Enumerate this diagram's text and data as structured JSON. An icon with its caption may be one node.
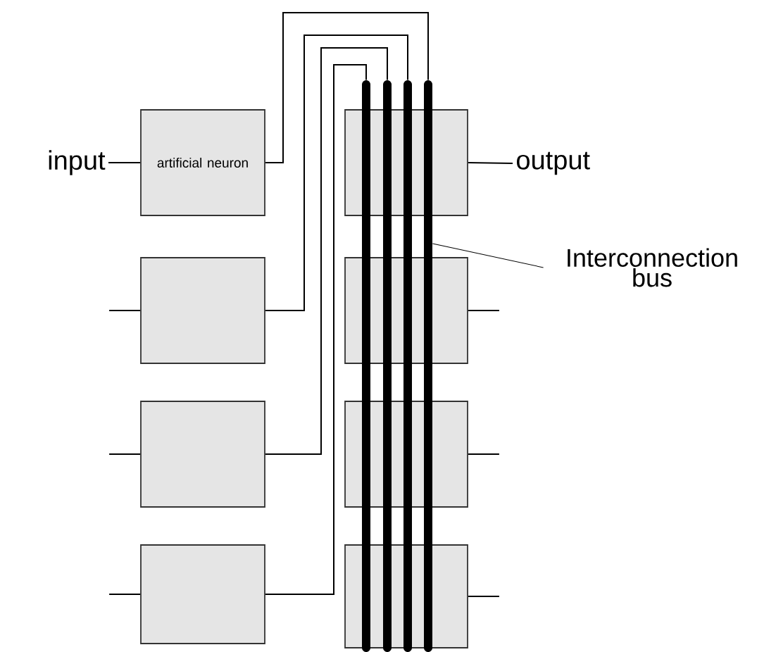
{
  "diagram": {
    "nodes": [
      {
        "text": [
          "artificial neuron"
        ]
      },
      {
        "text": [],
        "shape": "box"
      },
      {
        "text": [],
        "shape": "box"
      },
      {
        "text": [],
        "shape": "box"
      },
      {
        "text": [],
        "shape": "box"
      },
      {
        "text": [],
        "shape": "box"
      },
      {
        "text": [],
        "shape": "box"
      },
      {
        "text": [],
        "shape": "box"
      },
      {
        "text": [],
        "shape": "bar"
      },
      {
        "text": [],
        "shape": "bar"
      },
      {
        "text": [],
        "shape": "bar"
      },
      {
        "text": [],
        "shape": "bar"
      },
      {
        "text": [
          "input"
        ]
      },
      {
        "text": [
          "output"
        ]
      },
      {
        "text": [
          "Interconnection bus"
        ]
      }
    ],
    "edges": [
      {
        "from": 12,
        "to": 0,
        "arrow": "none"
      },
      {
        "from": null,
        "to": 1,
        "arrow": "none"
      },
      {
        "from": null,
        "to": 2,
        "arrow": "none"
      },
      {
        "from": null,
        "to": 3,
        "arrow": "none"
      },
      {
        "from": 0,
        "to": 11,
        "arrow": "none"
      },
      {
        "from": 1,
        "to": 10,
        "arrow": "none"
      },
      {
        "from": 2,
        "to": 9,
        "arrow": "none"
      },
      {
        "from": 3,
        "to": 8,
        "arrow": "none"
      },
      {
        "from": 4,
        "to": 13,
        "arrow": "none"
      },
      {
        "from": 5,
        "to": null,
        "arrow": "none"
      },
      {
        "from": 6,
        "to": null,
        "arrow": "none"
      },
      {
        "from": 7,
        "to": null,
        "arrow": "none"
      },
      {
        "from": 14,
        "to": 11,
        "arrow": "none"
      }
    ]
  }
}
